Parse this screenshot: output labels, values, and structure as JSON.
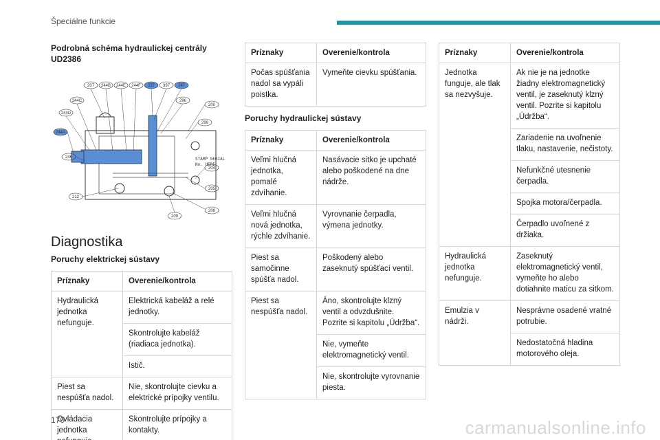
{
  "header": {
    "section": "Špeciálne funkcie"
  },
  "page_number": "170",
  "watermark": "carmanualsonline.info",
  "diagram": {
    "title": "Podrobná schéma hydraulickej centrály UD2386",
    "callouts": [
      "207",
      "244B",
      "244E",
      "244F",
      "237",
      "397",
      "247",
      "244C",
      "296",
      "200",
      "244D",
      "299",
      "244A",
      "246",
      "204",
      "205",
      "212",
      "208",
      "209"
    ],
    "stamp": [
      "STAMP SERIAL",
      "No. HERE"
    ]
  },
  "diagnostics": {
    "title": "Diagnostika",
    "electrical": {
      "title": "Poruchy elektrickej sústavy",
      "headers": [
        "Príznaky",
        "Overenie/kontrola"
      ],
      "rows": [
        {
          "symptom": "Hydraulická jednotka nefunguje.",
          "checks": [
            "Elektrická kabeláž a relé jednotky.",
            "Skontrolujte kabeláž (riadiaca jednotka).",
            "Istič."
          ]
        },
        {
          "symptom": "Piest sa nespúšťa nadol.",
          "checks": [
            "Nie, skontrolujte cievku a elektrické prípojky ventilu."
          ]
        },
        {
          "symptom": "Ovládacia jednotka nefunguje.",
          "checks": [
            "Skontrolujte prípojky a kontakty."
          ]
        }
      ]
    },
    "electrical_cont": {
      "headers": [
        "Príznaky",
        "Overenie/kontrola"
      ],
      "rows": [
        {
          "symptom": "Počas spúšťania nadol sa vypáli poistka.",
          "checks": [
            "Vymeňte cievku spúšťania."
          ]
        }
      ]
    },
    "hydraulic": {
      "title": "Poruchy hydraulickej sústavy",
      "headers": [
        "Príznaky",
        "Overenie/kontrola"
      ],
      "rows": [
        {
          "symptom": "Veľmi hlučná jednotka, pomalé zdvíhanie.",
          "checks": [
            "Nasávacie sitko je upchaté alebo poškodené na dne nádrže."
          ]
        },
        {
          "symptom": "Veľmi hlučná nová jednotka, rýchle zdvíhanie.",
          "checks": [
            "Vyrovnanie čerpadla, výmena jednotky."
          ]
        },
        {
          "symptom": "Piest sa samočinne spúšťa nadol.",
          "checks": [
            "Poškodený alebo zaseknutý spúšťací ventil."
          ]
        },
        {
          "symptom": "Piest sa nespúšťa nadol.",
          "checks": [
            "Áno, skontrolujte klzný ventil a odvzdušnite. Pozrite si kapitolu „Údržba“.",
            "Nie, vymeňte elektromagnetický ventil.",
            "Nie, skontrolujte vyrovnanie piesta."
          ]
        }
      ]
    },
    "hydraulic_cont": {
      "headers": [
        "Príznaky",
        "Overenie/kontrola"
      ],
      "rows": [
        {
          "symptom": "Jednotka funguje, ale tlak sa nezvyšuje.",
          "checks": [
            "Ak nie je na jednotke žiadny elektromagnetický ventil, je zaseknutý klzný ventil. Pozrite si kapitolu „Údržba“.",
            "Zariadenie na uvoľnenie tlaku, nastavenie, nečistoty.",
            "Nefunkčné utesnenie čerpadla.",
            "Spojka motora/čerpadla.",
            "Čerpadlo uvoľnené z držiaka."
          ]
        },
        {
          "symptom": "Hydraulická jednotka nefunguje.",
          "checks": [
            "Zaseknutý elektromagnetický ventil, vymeňte ho alebo dotiahnite maticu za sitkom."
          ]
        },
        {
          "symptom": "Emulzia v nádrži.",
          "checks": [
            "Nesprávne osadené vratné potrubie.",
            "Nedostatočná hladina motorového oleja."
          ]
        }
      ]
    }
  }
}
